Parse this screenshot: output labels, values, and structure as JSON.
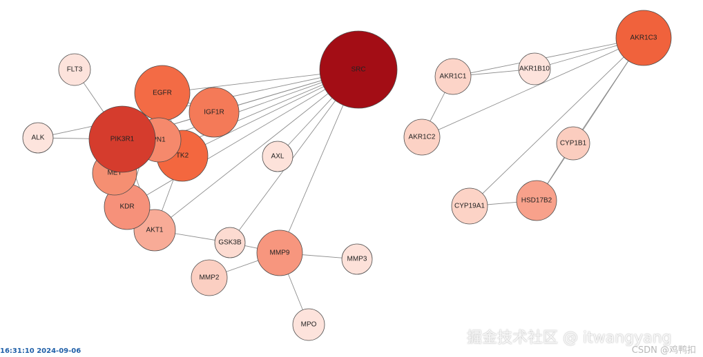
{
  "diagram": {
    "nodes": [
      {
        "id": "SRC",
        "label": "SRC",
        "color": "#a30d15"
      },
      {
        "id": "AKR1C3",
        "label": "AKR1C3",
        "color": "#f0623c"
      },
      {
        "id": "EGFR",
        "label": "EGFR",
        "color": "#f36b45"
      },
      {
        "id": "IGF1R",
        "label": "IGF1R",
        "color": "#f47a58"
      },
      {
        "id": "PIK3R1",
        "label": "PIK3R1",
        "color": "#d53c2d"
      },
      {
        "id": "PTPN1",
        "label": "PN1",
        "color": "#f5896c"
      },
      {
        "id": "PTK2",
        "label": "TK2",
        "color": "#f3673f"
      },
      {
        "id": "MET",
        "label": "MET",
        "color": "#f58f72"
      },
      {
        "id": "KDR",
        "label": "KDR",
        "color": "#f6917a"
      },
      {
        "id": "AKT1",
        "label": "AKT1",
        "color": "#f8ab97"
      },
      {
        "id": "GSK3B",
        "label": "GSK3B",
        "color": "#fcdbd1"
      },
      {
        "id": "MMP9",
        "label": "MMP9",
        "color": "#f7967e"
      },
      {
        "id": "MMP2",
        "label": "MMP2",
        "color": "#fbcfc2"
      },
      {
        "id": "MMP3",
        "label": "MMP3",
        "color": "#fde1d9"
      },
      {
        "id": "MPO",
        "label": "MPO",
        "color": "#fde3dc"
      },
      {
        "id": "AXL",
        "label": "AXL",
        "color": "#fde2da"
      },
      {
        "id": "FLT3",
        "label": "FLT3",
        "color": "#fde3dc"
      },
      {
        "id": "ALK",
        "label": "ALK",
        "color": "#fde4dd"
      },
      {
        "id": "AKR1C1",
        "label": "AKR1C1",
        "color": "#fcd4c8"
      },
      {
        "id": "AKR1B10",
        "label": "AKR1B10",
        "color": "#fde3dc"
      },
      {
        "id": "AKR1C2",
        "label": "AKR1C2",
        "color": "#fcd2c5"
      },
      {
        "id": "CYP1B1",
        "label": "CYP1B1",
        "color": "#fbcdbf"
      },
      {
        "id": "HSD17B2",
        "label": "HSD17B2",
        "color": "#f8a18b"
      },
      {
        "id": "CYP19A1",
        "label": "CYP19A1",
        "color": "#fcd3c6"
      }
    ],
    "edges": [
      [
        "SRC",
        "EGFR"
      ],
      [
        "SRC",
        "IGF1R"
      ],
      [
        "SRC",
        "PIK3R1"
      ],
      [
        "SRC",
        "PTPN1"
      ],
      [
        "SRC",
        "PTK2"
      ],
      [
        "SRC",
        "MET"
      ],
      [
        "SRC",
        "KDR"
      ],
      [
        "SRC",
        "AKT1"
      ],
      [
        "SRC",
        "GSK3B"
      ],
      [
        "SRC",
        "MMP9"
      ],
      [
        "SRC",
        "AXL"
      ],
      [
        "SRC",
        "ALK"
      ],
      [
        "PIK3R1",
        "FLT3"
      ],
      [
        "PIK3R1",
        "ALK"
      ],
      [
        "PIK3R1",
        "EGFR"
      ],
      [
        "PIK3R1",
        "IGF1R"
      ],
      [
        "PIK3R1",
        "PTK2"
      ],
      [
        "PIK3R1",
        "MET"
      ],
      [
        "PIK3R1",
        "KDR"
      ],
      [
        "PIK3R1",
        "AKT1"
      ],
      [
        "EGFR",
        "IGF1R"
      ],
      [
        "EGFR",
        "PTK2"
      ],
      [
        "EGFR",
        "MET"
      ],
      [
        "EGFR",
        "KDR"
      ],
      [
        "MET",
        "KDR"
      ],
      [
        "MET",
        "AKT1"
      ],
      [
        "KDR",
        "AKT1"
      ],
      [
        "PTK2",
        "AKT1"
      ],
      [
        "AKT1",
        "GSK3B"
      ],
      [
        "GSK3B",
        "MMP9"
      ],
      [
        "MMP9",
        "MMP2"
      ],
      [
        "MMP9",
        "MMP3"
      ],
      [
        "MMP9",
        "MPO"
      ],
      [
        "AKR1C3",
        "AKR1C1"
      ],
      [
        "AKR1C3",
        "AKR1B10"
      ],
      [
        "AKR1C3",
        "AKR1C2"
      ],
      [
        "AKR1C3",
        "CYP1B1"
      ],
      [
        "AKR1C3",
        "HSD17B2"
      ],
      [
        "AKR1C3",
        "CYP19A1"
      ],
      [
        "AKR1C1",
        "AKR1B10"
      ],
      [
        "AKR1C1",
        "AKR1C2"
      ],
      [
        "CYP1B1",
        "HSD17B2"
      ],
      [
        "HSD17B2",
        "CYP19A1"
      ]
    ]
  },
  "footer": {
    "timestamp": "16:31:10 2024-09-06",
    "watermark_main": "掘金技术社区 @ itwangyang",
    "watermark_csdn": "CSDN @鸡鸭扣"
  }
}
